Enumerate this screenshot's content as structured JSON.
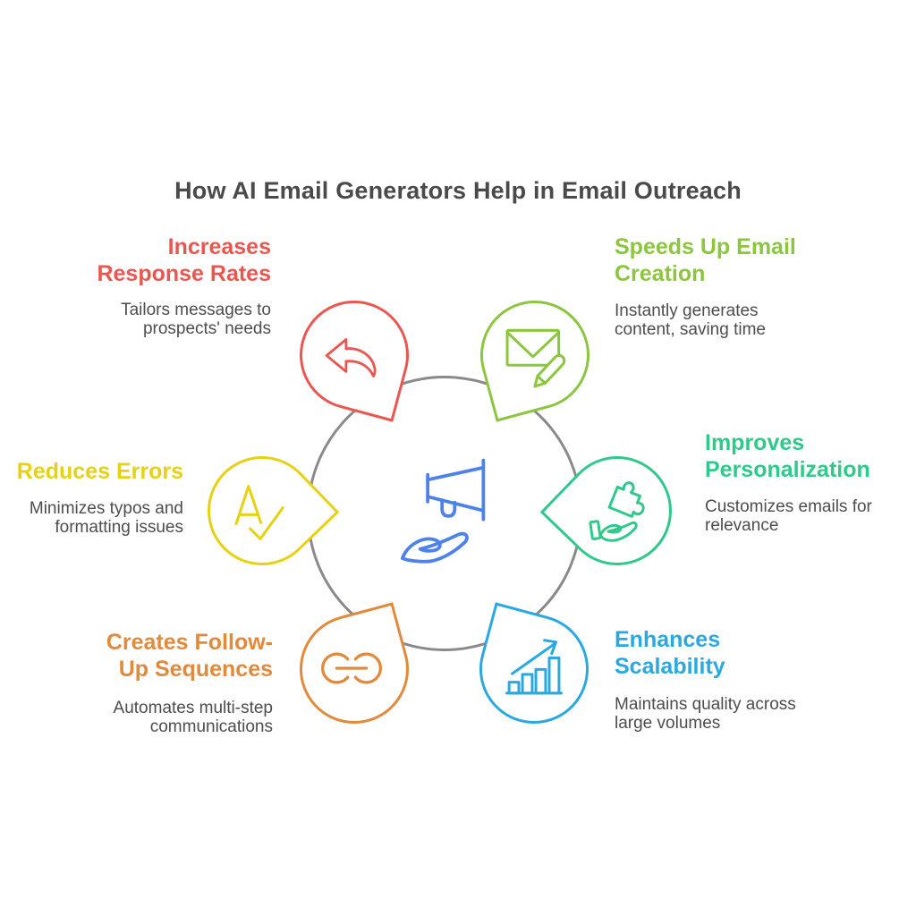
{
  "title": "How AI Email Generators Help in Email Outreach",
  "diagram": {
    "type": "circular-infographic",
    "ring_color": "#8a8a8a",
    "center_icon": "megaphone-in-hand",
    "center_icon_color": "#4d82e8"
  },
  "items": [
    {
      "id": "increases-response-rates",
      "heading_lines": [
        "Increases",
        "Response Rates"
      ],
      "description_lines": [
        "Tailors messages to",
        "prospects' needs"
      ],
      "color": "#ea5750",
      "icon": "reply-arrow",
      "position": "top-left"
    },
    {
      "id": "speeds-up-email-creation",
      "heading_lines": [
        "Speeds Up Email",
        "Creation"
      ],
      "description_lines": [
        "Instantly generates",
        "content, saving time"
      ],
      "color": "#8cc63f",
      "icon": "email-compose",
      "position": "top-right"
    },
    {
      "id": "improves-personalization",
      "heading_lines": [
        "Improves",
        "Personalization"
      ],
      "description_lines": [
        "Customizes emails for",
        "relevance"
      ],
      "color": "#2fc98c",
      "icon": "hand-puzzle",
      "position": "right"
    },
    {
      "id": "enhances-scalability",
      "heading_lines": [
        "Enhances",
        "Scalability"
      ],
      "description_lines": [
        "Maintains quality across",
        "large volumes"
      ],
      "color": "#29a9e0",
      "icon": "growth-chart",
      "position": "bottom-right"
    },
    {
      "id": "creates-follow-up-sequences",
      "heading_lines": [
        "Creates Follow-",
        "Up Sequences"
      ],
      "description_lines": [
        "Automates multi-step",
        "communications"
      ],
      "color": "#e28a3b",
      "icon": "chain-link",
      "position": "bottom-left"
    },
    {
      "id": "reduces-errors",
      "heading_lines": [
        "Reduces Errors"
      ],
      "description_lines": [
        "Minimizes typos and",
        "formatting issues"
      ],
      "color": "#e7d113",
      "icon": "spell-check",
      "position": "left"
    }
  ]
}
